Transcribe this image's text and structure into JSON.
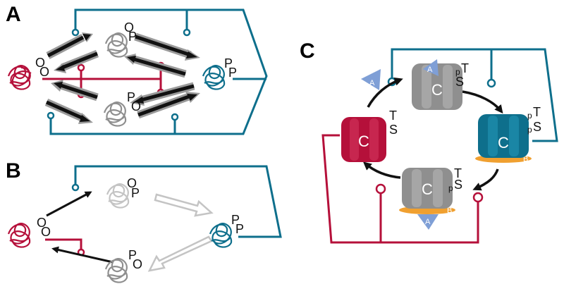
{
  "panels": {
    "a": {
      "label": "A"
    },
    "b": {
      "label": "B"
    },
    "c": {
      "label": "C"
    }
  },
  "state_labels": {
    "a": {
      "oo_top": "O",
      "oo_bottom": "O",
      "op_top": "O",
      "op_bottom": "P",
      "pp_top": "P",
      "pp_bottom": "P",
      "po_top": "P",
      "po_bottom": "O"
    },
    "b": {
      "oo_top": "O",
      "oo_bottom": "O",
      "op_top": "O",
      "op_bottom": "P",
      "pp_top": "P",
      "pp_bottom": "P",
      "po_top": "P",
      "po_bottom": "O"
    }
  },
  "kai_states": {
    "ring_letter": "C",
    "a_tag": "A",
    "b_tag": "B",
    "p_sup": "p",
    "t_letter": "T",
    "s_letter": "S"
  },
  "colors": {
    "red": "#b5103a",
    "teal": "#0e6f8c",
    "gray": "#8f8f8f",
    "light_gray": "#c4c4c4",
    "black": "#111111",
    "orange": "#f0a030",
    "kaia_blue": "#7f9fd6"
  }
}
